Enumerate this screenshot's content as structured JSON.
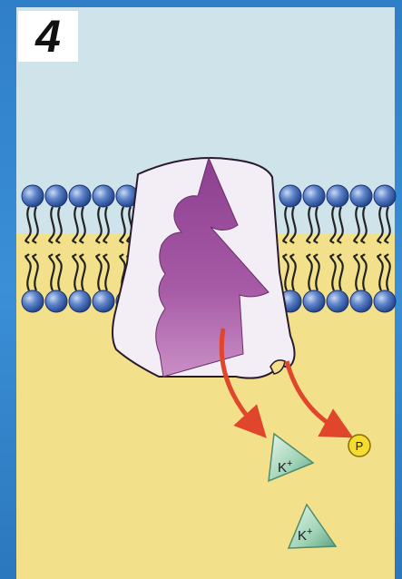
{
  "step": {
    "number": "4"
  },
  "ions": [
    {
      "label": "K+",
      "type": "potassium"
    },
    {
      "label": "K+",
      "type": "potassium"
    }
  ],
  "phosphate": {
    "label": "P"
  },
  "colors": {
    "border": "#2f7fc8",
    "extracellular": "#cfe3ea",
    "cytoplasm": "#f2e08a",
    "phospholipid_head": "#3a67b8",
    "protein_outer": "#f3eef5",
    "protein_inner": "#9a4c9a",
    "arrow": "#e0462b",
    "potassium_ion": "#a8d8c0",
    "phosphate": "#f4dc30"
  }
}
